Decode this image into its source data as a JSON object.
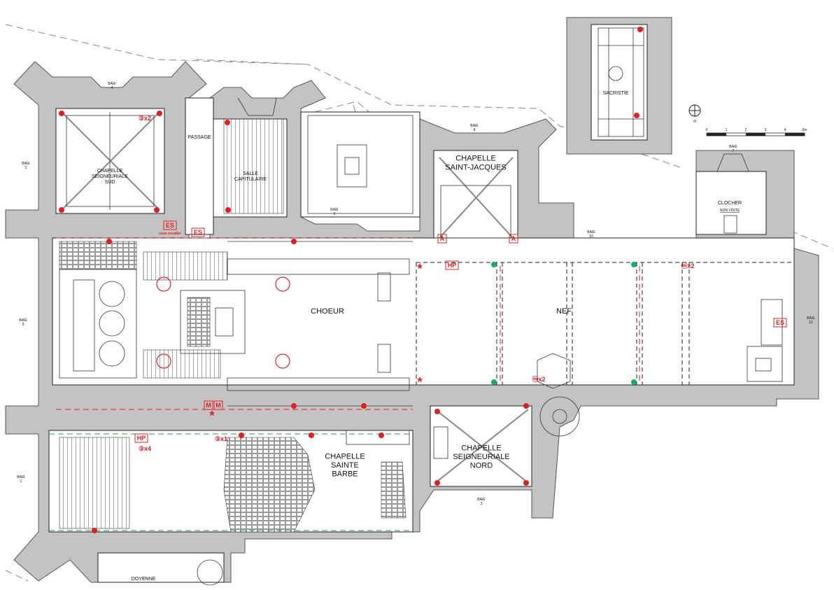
{
  "rooms": {
    "chapelle_seigneuriale_sud": "CHAPELLE\nSEIGNEURIALE\nSUD",
    "passage": "PASSAGE",
    "salle_capitulaire": "SALLE\nCAPITULAIRE",
    "chapelle_saint_jacques": "CHAPELLE\nSAINT-JACQUES",
    "sacristie": "SACRISTIE",
    "clocher": "CLOCHER",
    "non_visite": "NON VISITE",
    "choeur": "CHOEUR",
    "nef": "NEF",
    "chapelle_sainte_barbe": "CHAPELLE\nSAINTE\nBARBE",
    "chapelle_seigneuriale_nord": "CHAPELLE\nSEIGNEURIALE\nNORD",
    "doyenne": "DOYENNE"
  },
  "baie_labels": {
    "b4": "BAIE\n4",
    "b2": "BAIE\n2",
    "b6": "BAIE\n6",
    "b8": "BAIE\n8",
    "b3": "BAIE\n3",
    "b1": "BAIE\n1",
    "b5": "BAIE\n5",
    "b10": "BAIE\n10",
    "b12": "BAIE\n12",
    "b7": "BAIE\n7"
  },
  "markers": {
    "es": "ES",
    "hp": "HP",
    "a": "A",
    "m": "M",
    "x2_a": "③x2",
    "x2_b": "ⓜx2",
    "x2_c": "ⓜx2",
    "x4": "③x4",
    "x1": "③x1",
    "es_sub": "sous escalier",
    "asterisk": "*"
  },
  "compass": {
    "label": "N"
  },
  "scale": {
    "ticks": [
      "0",
      "1",
      "2",
      "3",
      "4",
      "5m"
    ]
  },
  "colors": {
    "wall": "#c3c3c3",
    "marker": "#e02020",
    "green_marker": "#10b060"
  }
}
